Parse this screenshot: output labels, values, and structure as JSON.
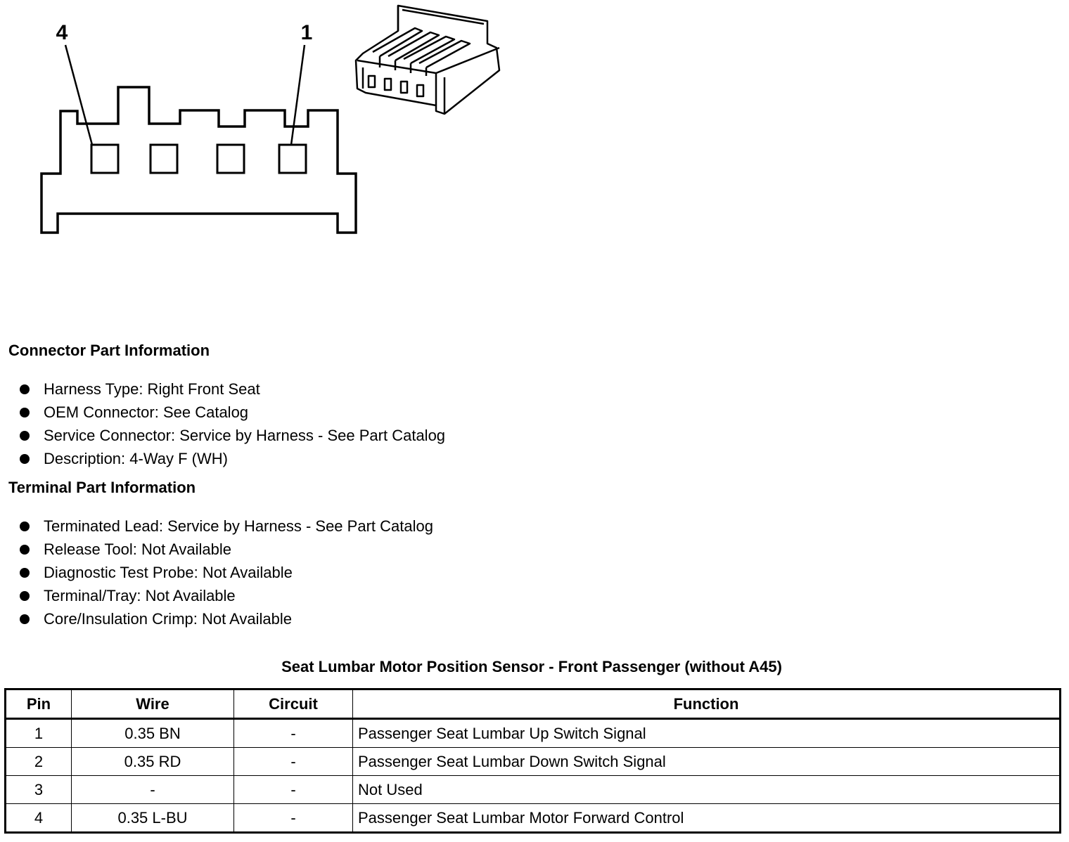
{
  "diagram": {
    "pin_labels": {
      "left": "4",
      "right": "1"
    }
  },
  "connector_section": {
    "title": "Connector Part Information",
    "items": [
      "Harness Type: Right Front Seat",
      "OEM Connector: See Catalog",
      "Service Connector: Service by Harness - See Part Catalog",
      "Description: 4-Way F (WH)"
    ]
  },
  "terminal_section": {
    "title": "Terminal Part Information",
    "items": [
      "Terminated Lead: Service by Harness - See Part Catalog",
      "Release Tool: Not Available",
      "Diagnostic Test Probe: Not Available",
      "Terminal/Tray: Not Available",
      "Core/Insulation Crimp: Not Available"
    ]
  },
  "pin_table": {
    "title": "Seat Lumbar Motor Position Sensor - Front Passenger (without A45)",
    "headers": [
      "Pin",
      "Wire",
      "Circuit",
      "Function"
    ],
    "rows": [
      [
        "1",
        "0.35 BN",
        "-",
        "Passenger Seat Lumbar Up Switch Signal"
      ],
      [
        "2",
        "0.35 RD",
        "-",
        "Passenger Seat Lumbar Down Switch Signal"
      ],
      [
        "3",
        "-",
        "-",
        "Not Used"
      ],
      [
        "4",
        "0.35 L-BU",
        "-",
        "Passenger Seat Lumbar Motor Forward Control"
      ]
    ]
  }
}
